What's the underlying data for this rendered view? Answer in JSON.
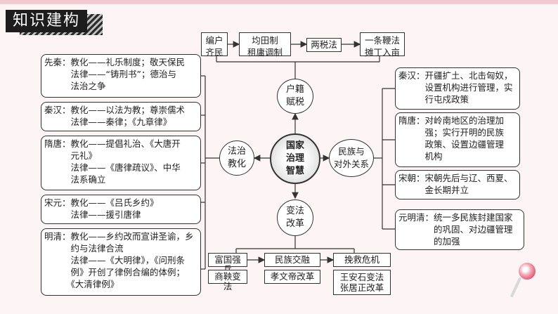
{
  "title": "知识建构",
  "center": [
    "国家",
    "治理",
    "智慧"
  ],
  "nodes": {
    "top": [
      "户籍",
      "赋税"
    ],
    "left": [
      "法治",
      "教化"
    ],
    "right": [
      "民族与",
      "对外关系"
    ],
    "bottom": [
      "变法",
      "改革"
    ]
  },
  "top_chain": [
    [
      "编户",
      "齐民"
    ],
    [
      "均田制",
      "租庸调制"
    ],
    [
      "两税法"
    ],
    [
      "一条鞭法",
      "摊丁入亩"
    ]
  ],
  "left_boxes": [
    [
      "先秦：教化——礼乐制度；敬天保民",
      "　　　法律——“铸刑书”；德治与",
      "　　　法治之争"
    ],
    [
      "秦汉：教化——以法为教；尊崇儒术",
      "　　　法律——秦律；《九章律》"
    ],
    [
      "隋唐：教化——提倡礼治、《大唐开",
      "　　　元礼》",
      "　　　法律——《唐律疏议》、中华",
      "　　　法系确立"
    ],
    [
      "宋元：教化——《吕氏乡约》",
      "　　　法律——援引唐律"
    ],
    [
      "明清：教化——乡约改而宣讲圣谕，乡",
      "　　　约与法律合流",
      "　　　法律——《大明律》，《问刑条",
      "　　　例》开创了律例合编的体例；",
      "　　　《大清律例》"
    ]
  ],
  "right_boxes": [
    [
      "秦汉：开疆扩土、北击匈奴，",
      "　　　设置机构进行管理，实",
      "　　　行屯戍政策"
    ],
    [
      "隋唐：对岭南地区的治理加",
      "　　　强；实行开明的民族",
      "　　　政策、设置边疆管理",
      "　　　机构"
    ],
    [
      "宋朝：宋朝先后与辽、西夏、",
      "　　　金长期并立"
    ],
    [
      "元明清：统一多民族封建国家",
      "　　　　的巩固、对边疆管理",
      "　　　　的加强"
    ]
  ],
  "bottom_chain": [
    {
      "head": "富国强兵",
      "items": [
        "商鞅变法"
      ]
    },
    {
      "head": "民族交融",
      "items": [
        "孝文帝改革"
      ]
    },
    {
      "head": "挽救危机",
      "items": [
        "王安石变法",
        "张居正改革"
      ]
    }
  ]
}
